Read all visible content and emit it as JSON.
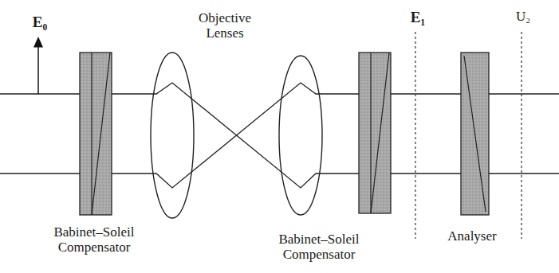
{
  "diagram": {
    "labels": [
      "E₀",
      "Objective Lenses",
      "E₁",
      "U₂",
      "Babinet–Soleil Compensator",
      "Babinet–Soleil Compensator",
      "Analyser"
    ]
  }
}
